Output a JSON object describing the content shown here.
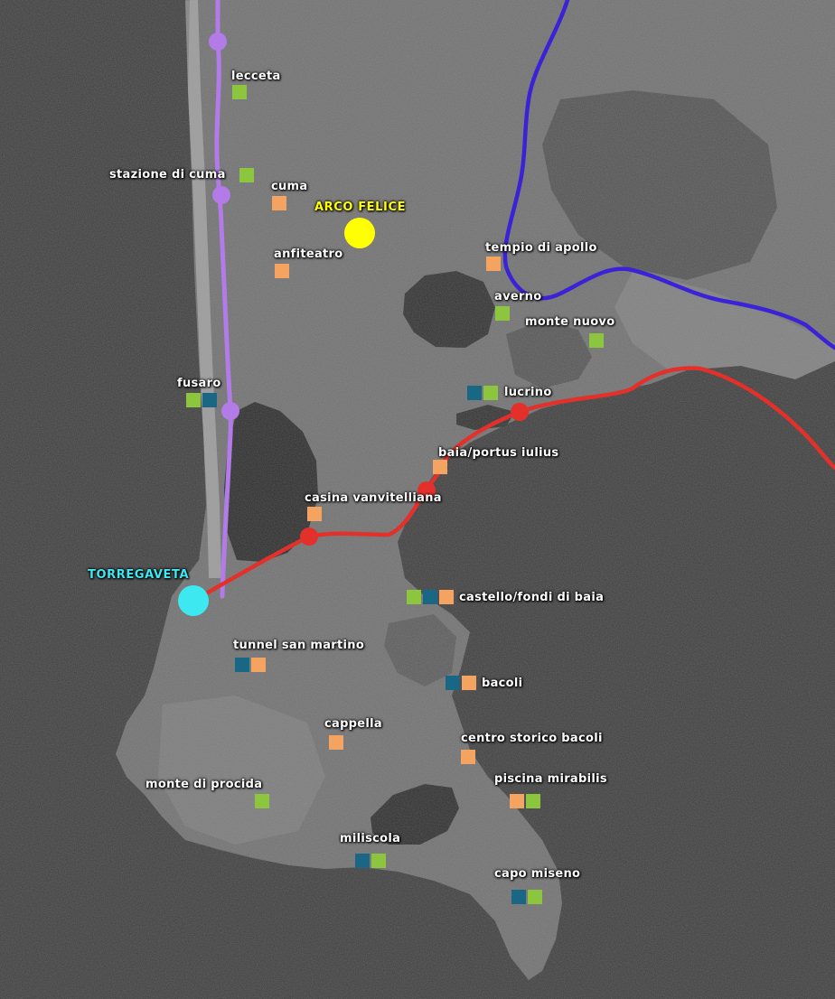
{
  "colors": {
    "green": "#8cc63f",
    "teal": "#1a6685",
    "orange": "#f4a460",
    "violet_line": "#b27be8",
    "blue_line": "#3b22d6",
    "red_line": "#e4302a",
    "yellow_hub": "#ffff00",
    "cyan_hub": "#3ee8f0"
  },
  "hubs": {
    "arco_felice": "ARCO FELICE",
    "torregaveta": "TORREGAVETA"
  },
  "places": [
    {
      "key": "lecceta",
      "label": "lecceta",
      "markers": [
        "green"
      ]
    },
    {
      "key": "stazione-di-cuma",
      "label": "stazione di cuma",
      "markers": [
        "green"
      ]
    },
    {
      "key": "cuma",
      "label": "cuma",
      "markers": [
        "orange"
      ]
    },
    {
      "key": "anfiteatro",
      "label": "anfiteatro",
      "markers": [
        "orange"
      ]
    },
    {
      "key": "tempio-di-apollo",
      "label": "tempio di apollo",
      "markers": [
        "orange"
      ]
    },
    {
      "key": "averno",
      "label": "averno",
      "markers": [
        "green"
      ]
    },
    {
      "key": "monte-nuovo",
      "label": "monte nuovo",
      "markers": [
        "green"
      ]
    },
    {
      "key": "fusaro",
      "label": "fusaro",
      "markers": [
        "green",
        "teal"
      ]
    },
    {
      "key": "lucrino",
      "label": "lucrino",
      "markers": [
        "teal",
        "green"
      ]
    },
    {
      "key": "baia-portus-iulius",
      "label": "baia/portus iulius",
      "markers": [
        "orange"
      ]
    },
    {
      "key": "casina-vanvitelliana",
      "label": "casina vanvitelliana",
      "markers": [
        "orange"
      ]
    },
    {
      "key": "castello-fondi-di-baia",
      "label": "castello/fondi di baia",
      "markers": [
        "green",
        "teal",
        "orange"
      ]
    },
    {
      "key": "tunnel-san-martino",
      "label": "tunnel san martino",
      "markers": [
        "teal",
        "orange"
      ]
    },
    {
      "key": "bacoli",
      "label": "bacoli",
      "markers": [
        "teal",
        "orange"
      ]
    },
    {
      "key": "cappella",
      "label": "cappella",
      "markers": [
        "orange"
      ]
    },
    {
      "key": "centro-storico-bacoli",
      "label": "centro storico bacoli",
      "markers": [
        "orange"
      ]
    },
    {
      "key": "piscina-mirabilis",
      "label": "piscina mirabilis",
      "markers": [
        "orange",
        "green"
      ]
    },
    {
      "key": "monte-di-procida",
      "label": "monte di procida",
      "markers": [
        "green"
      ]
    },
    {
      "key": "miliscola",
      "label": "miliscola",
      "markers": [
        "teal",
        "green"
      ]
    },
    {
      "key": "capo-miseno",
      "label": "capo miseno",
      "markers": [
        "teal",
        "green"
      ]
    }
  ]
}
